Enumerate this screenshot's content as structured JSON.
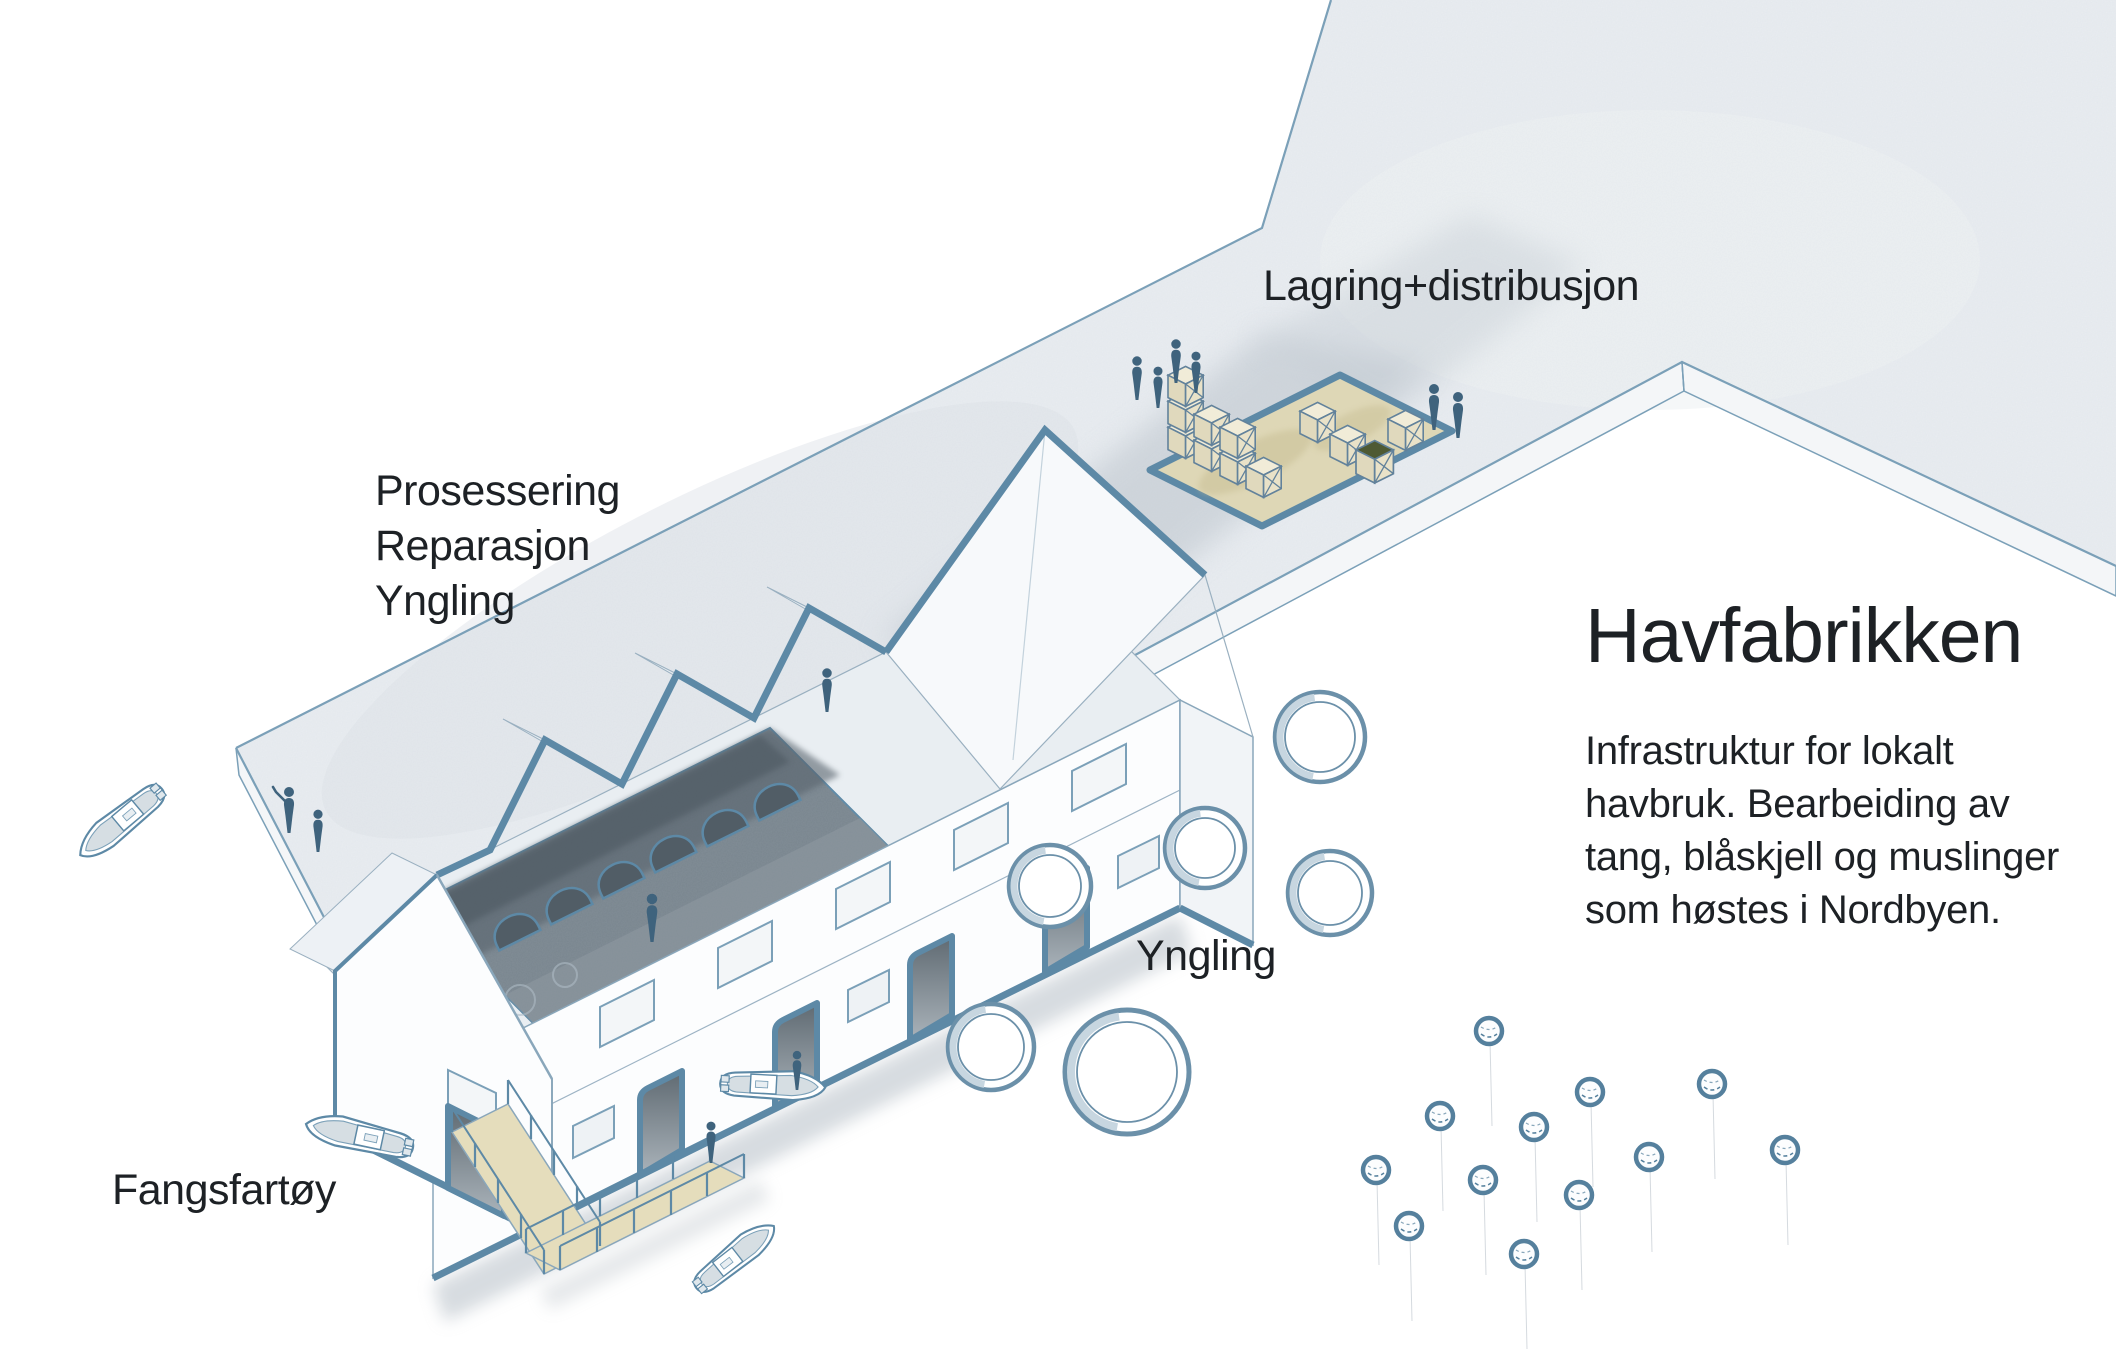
{
  "title": "Havfabrikken",
  "description": {
    "lines": [
      "Infrastruktur for lokalt",
      "havbruk. Bearbeiding av",
      "tang, blåskjell og muslinger",
      "som høstes i Nordbyen."
    ]
  },
  "labels": {
    "processing": {
      "lines": [
        "Prosessering",
        "Reparasjon",
        "Yngling"
      ]
    },
    "storage": "Lagring+distribusjon",
    "spawning": "Yngling",
    "vessels": "Fangsfartøy"
  },
  "scene": {
    "type": "axonometric illustration",
    "subject": "harbour sea-farming factory on a pier",
    "ring_count": 6,
    "buoy_count": 12,
    "boat_count": 4
  },
  "colors": {
    "outline_thick": "#5d89a6",
    "outline_thin": "#7ba0b8",
    "pier_surface": "#e9edf1",
    "water": "#ffffff",
    "storage_floor": "#ded7b6",
    "jetty_deck": "#e5ddbc",
    "people": "#3f637d",
    "shadow": "#b4bdc6",
    "text": "#1d2125"
  }
}
